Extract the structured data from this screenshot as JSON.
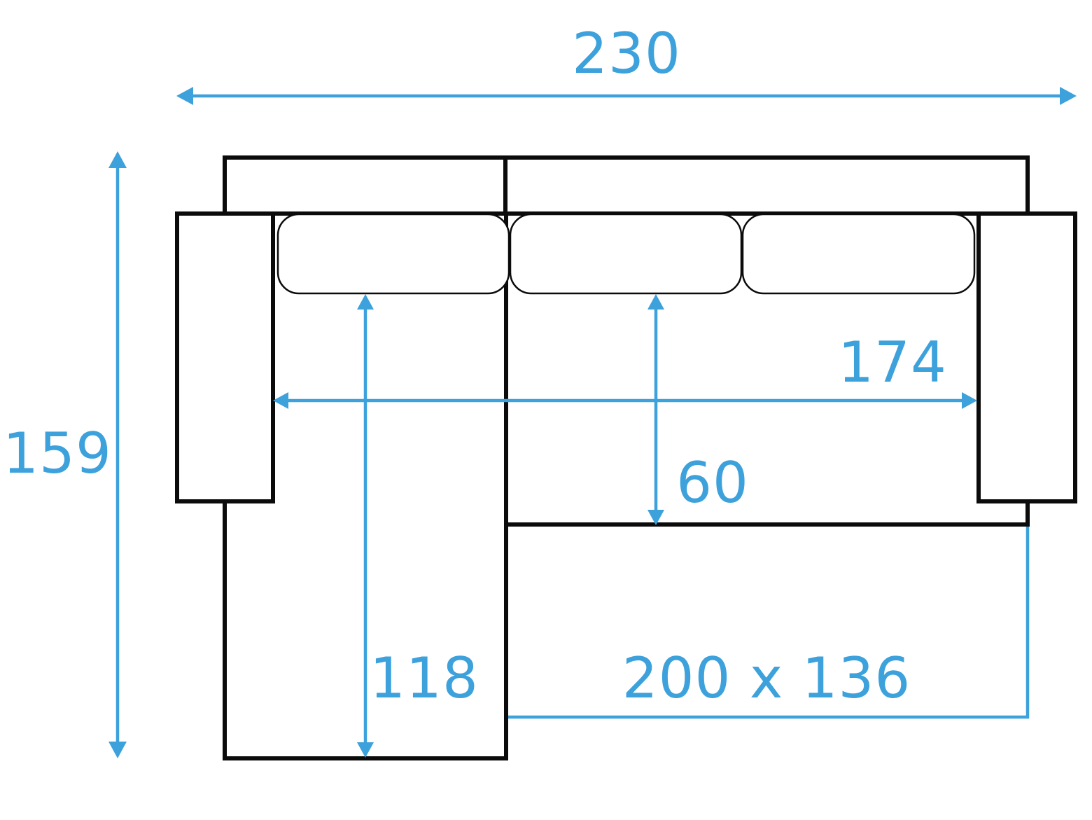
{
  "colors": {
    "dimension": "#3da1dc",
    "outline": "#0b0b0b",
    "background": "#ffffff"
  },
  "dimensions": {
    "overall_width": "230",
    "overall_depth": "159",
    "inner_seat_width": "174",
    "seat_depth": "60",
    "chaise_depth": "118",
    "bed_size": "200 x 136"
  }
}
